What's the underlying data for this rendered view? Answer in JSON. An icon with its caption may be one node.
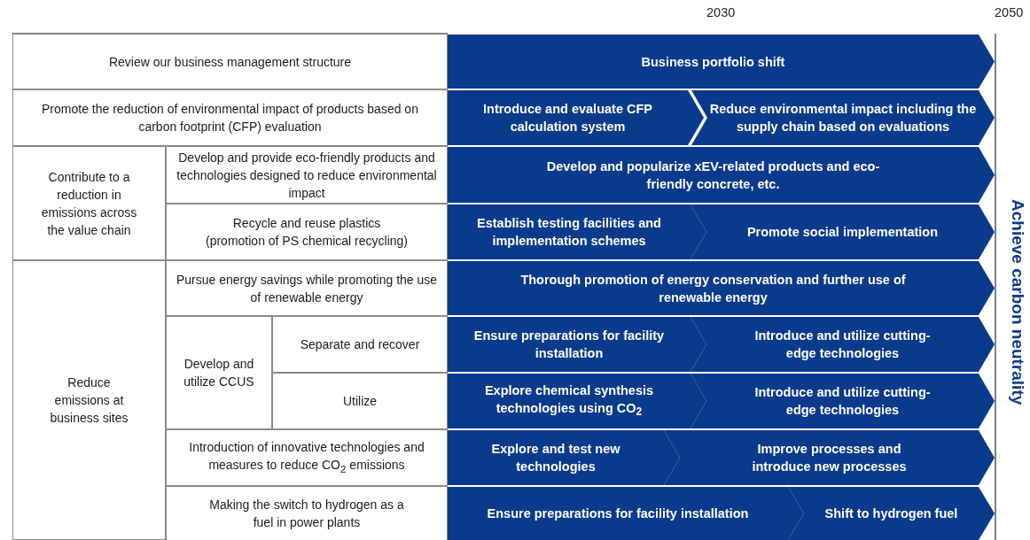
{
  "diagram": {
    "nodes": [
      {
        "text": [
          "Review our business management structure"
        ]
      },
      {
        "text": [
          "Business portfolio shift"
        ]
      },
      {
        "text": [
          "Promote the reduction of environmental impact of products based on carbon footprint (CFP) evaluation"
        ]
      },
      {
        "text": [
          "Introduce and evaluate CFP calculation system"
        ]
      },
      {
        "text": [
          "Reduce environmental impact including the supply chain based on evaluations"
        ]
      },
      {
        "text": [
          "Contribute to a reduction in emissions across the value chain"
        ]
      },
      {
        "text": [
          "Develop and provide eco-friendly products and technologies designed to reduce environmental impact"
        ]
      },
      {
        "text": [
          "Develop and popularize xEV-related products and eco-friendly concrete, etc."
        ]
      },
      {
        "text": [
          "Recycle and reuse plastics (promotion of PS chemical recycling)"
        ]
      },
      {
        "text": [
          "Establish testing facilities and implementation schemes"
        ]
      },
      {
        "text": [
          "Promote social implementation"
        ]
      },
      {
        "text": [
          "Reduce emissions at business sites"
        ]
      },
      {
        "text": [
          "Pursue energy savings while promoting the use of renewable energy"
        ]
      },
      {
        "text": [
          "Thorough promotion of energy conservation and further use of renewable energy"
        ]
      },
      {
        "text": [
          "Develop and utilize CCUS"
        ]
      },
      {
        "text": [
          "Separate and recover"
        ]
      },
      {
        "text": [
          "Ensure preparations for facility installation"
        ]
      },
      {
        "text": [
          "Introduce and utilize cutting-edge technologies"
        ]
      },
      {
        "text": [
          "Utilize"
        ]
      },
      {
        "text": [
          "Explore chemical synthesis technologies using CO$_{2}$"
        ]
      },
      {
        "text": [
          "Introduce and utilize cutting-edge technologies"
        ]
      },
      {
        "text": [
          "Introduction of innovative technologies and measures to reduce CO$_{2}$ emissions"
        ]
      },
      {
        "text": [
          "Explore and test new technologies"
        ]
      },
      {
        "text": [
          "Improve processes and introduce new processes"
        ]
      },
      {
        "text": [
          "Making the switch to hydrogen as a fuel in power plants"
        ]
      },
      {
        "text": [
          "Ensure preparations for facility installation"
        ]
      },
      {
        "text": [
          "Shift to hydrogen fuel"
        ]
      }
    ],
    "labels": [
      "2030",
      "2050",
      "Achieve carbon neutrality"
    ]
  }
}
